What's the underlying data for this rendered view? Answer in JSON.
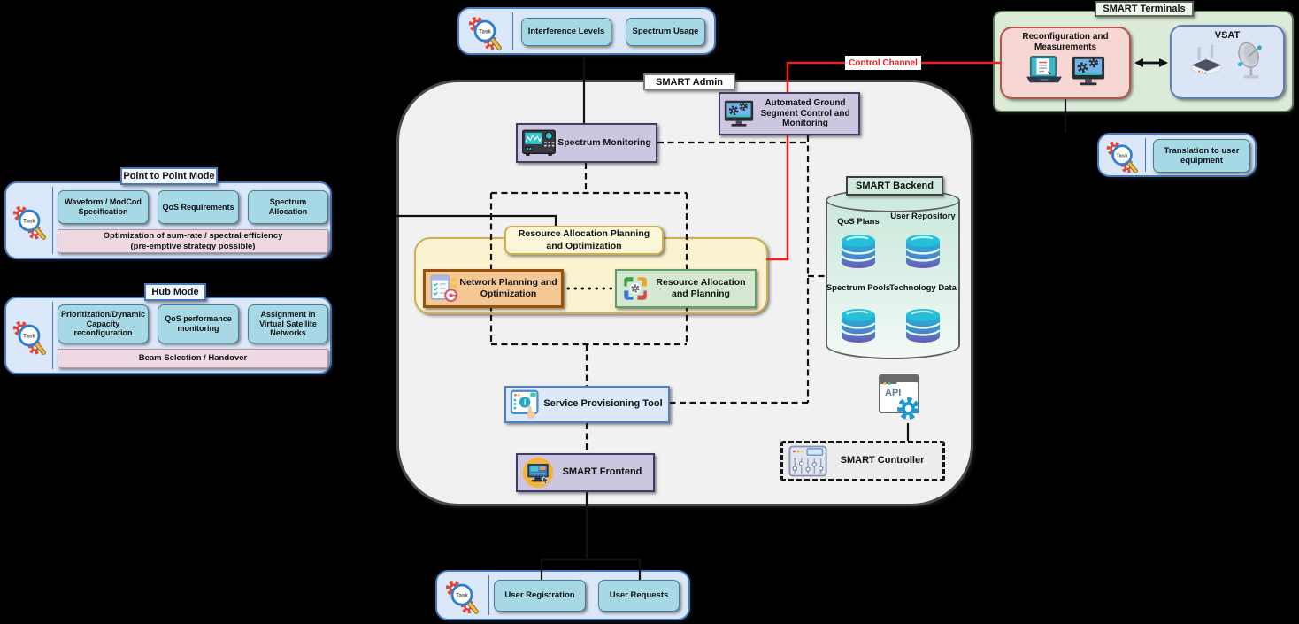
{
  "task_icon_label": "Task",
  "palette": {
    "control_channel_red": "#f02020",
    "module_purple": "#ccc6e0",
    "planning_yellow": "#fbf3cf",
    "network_orange": "#f4c795",
    "allocation_green": "#d4e8d1",
    "task_blue": "#dbe8fa",
    "item_cyan": "#a6d8e6",
    "terminals_green": "#dcead8",
    "backend_teal": "#c9e8db",
    "database_gradient_top": "#1fb4d8",
    "database_gradient_bottom": "#7055b5"
  },
  "top_task": {
    "interference": "Interference Levels",
    "spectrum_usage": "Spectrum Usage"
  },
  "terminals": {
    "title": "SMART Terminals",
    "reconfiguration": "Reconfiguration and Measurements",
    "vsat": "VSAT"
  },
  "control_channel_label": "Control Channel",
  "admin": {
    "title": "SMART Admin",
    "spectrum_monitoring": "Spectrum Monitoring",
    "automated_ground": "Automated Ground Segment Control and Monitoring",
    "rapo_title": "Resource Allocation Planning and Optimization",
    "network_planning": "Network Planning and Optimization",
    "resource_allocation": "Resource Allocation and Planning",
    "backend": {
      "title": "SMART Backend",
      "qos_plans": "QoS Plans",
      "user_repository": "User Repository",
      "spectrum_pools": "Spectrum Pools",
      "technology_data": "Technology Data"
    },
    "service_provisioning": "Service Provisioning Tool",
    "frontend": "SMART Frontend",
    "api_label": "API",
    "controller": "SMART Controller"
  },
  "p2p": {
    "title": "Point to Point Mode",
    "waveform": "Waveform / ModCod Specification",
    "qos": "QoS Requirements",
    "spectrum": "Spectrum Allocation",
    "banner_line1": "Optimization of sum-rate / spectral efficiency",
    "banner_line2": "(pre-emptive strategy possible)"
  },
  "hub": {
    "title": "Hub Mode",
    "prioritization": "Prioritization/Dynamic Capacity reconfiguration",
    "qos_monitoring": "QoS performance monitoring",
    "assignment": "Assignment in Virtual Satellite Networks",
    "banner": "Beam Selection / Handover"
  },
  "translation": {
    "label": "Translation to user equipment"
  },
  "bottom_task": {
    "user_registration": "User Registration",
    "user_requests": "User Requests"
  }
}
